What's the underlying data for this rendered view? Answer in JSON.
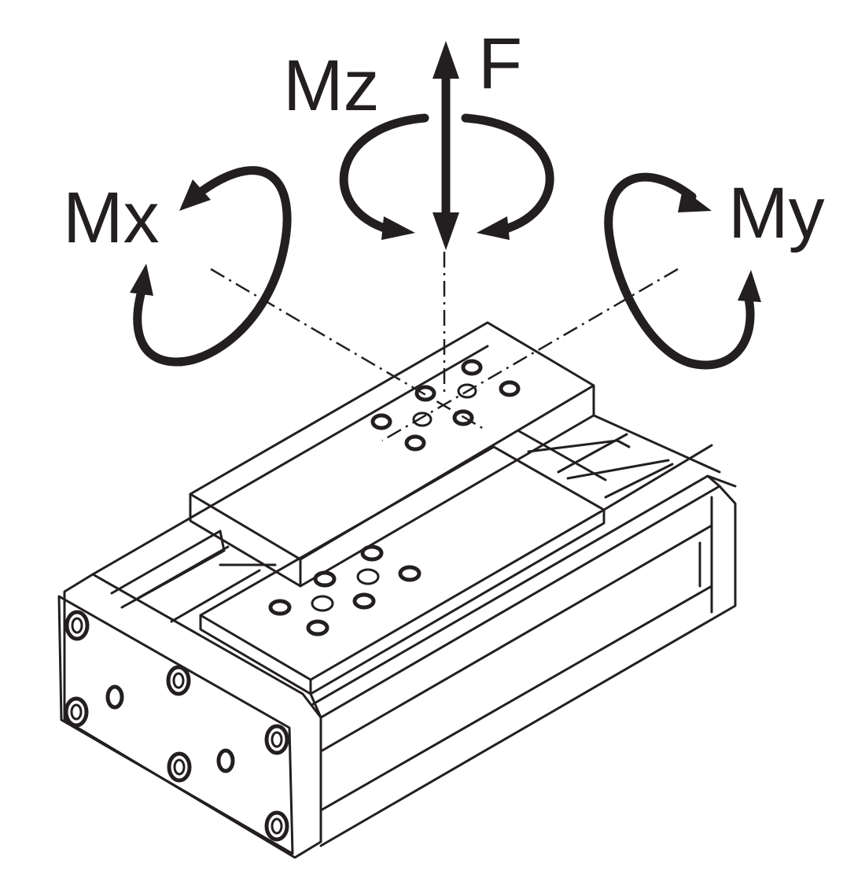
{
  "labels": {
    "force": "F",
    "moment_z": "Mz",
    "moment_x": "Mx",
    "moment_y": "My"
  },
  "colors": {
    "ink": "#231f20",
    "background": "#ffffff"
  }
}
